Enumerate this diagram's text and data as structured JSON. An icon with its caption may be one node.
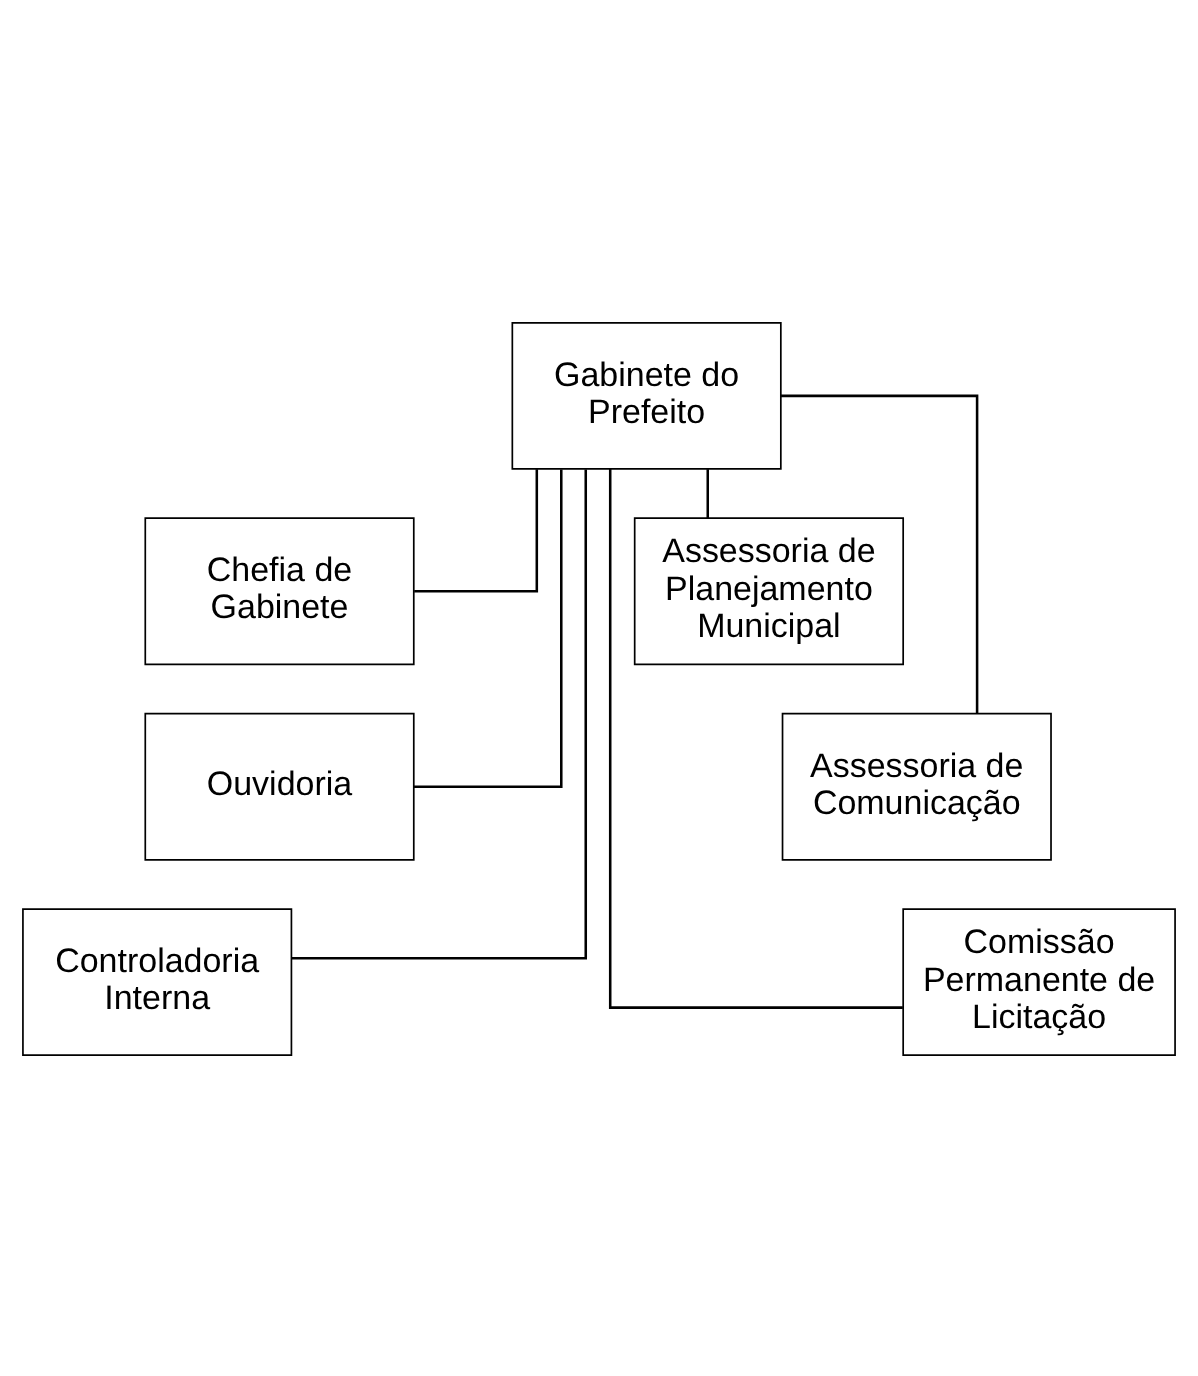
{
  "diagram": {
    "nodes": [
      {
        "text": [
          "Gabinete do Prefeito"
        ]
      },
      {
        "text": [
          "Chefia de Gabinete"
        ]
      },
      {
        "text": [
          "Assessoria de Planejamento Municipal"
        ]
      },
      {
        "text": [
          "Ouvidoria"
        ]
      },
      {
        "text": [
          "Assessoria de Comunicação"
        ]
      },
      {
        "text": [
          "Controladoria Interna"
        ]
      },
      {
        "text": [
          "Comissão Permanente de Licitação"
        ]
      }
    ],
    "edges": [
      {
        "from": 0,
        "to": 1,
        "arrow": "none"
      },
      {
        "from": 0,
        "to": 2,
        "arrow": "none"
      },
      {
        "from": 0,
        "to": 3,
        "arrow": "none"
      },
      {
        "from": 0,
        "to": 4,
        "arrow": "none"
      },
      {
        "from": 0,
        "to": 5,
        "arrow": "none"
      },
      {
        "from": 0,
        "to": 6,
        "arrow": "none"
      }
    ]
  }
}
